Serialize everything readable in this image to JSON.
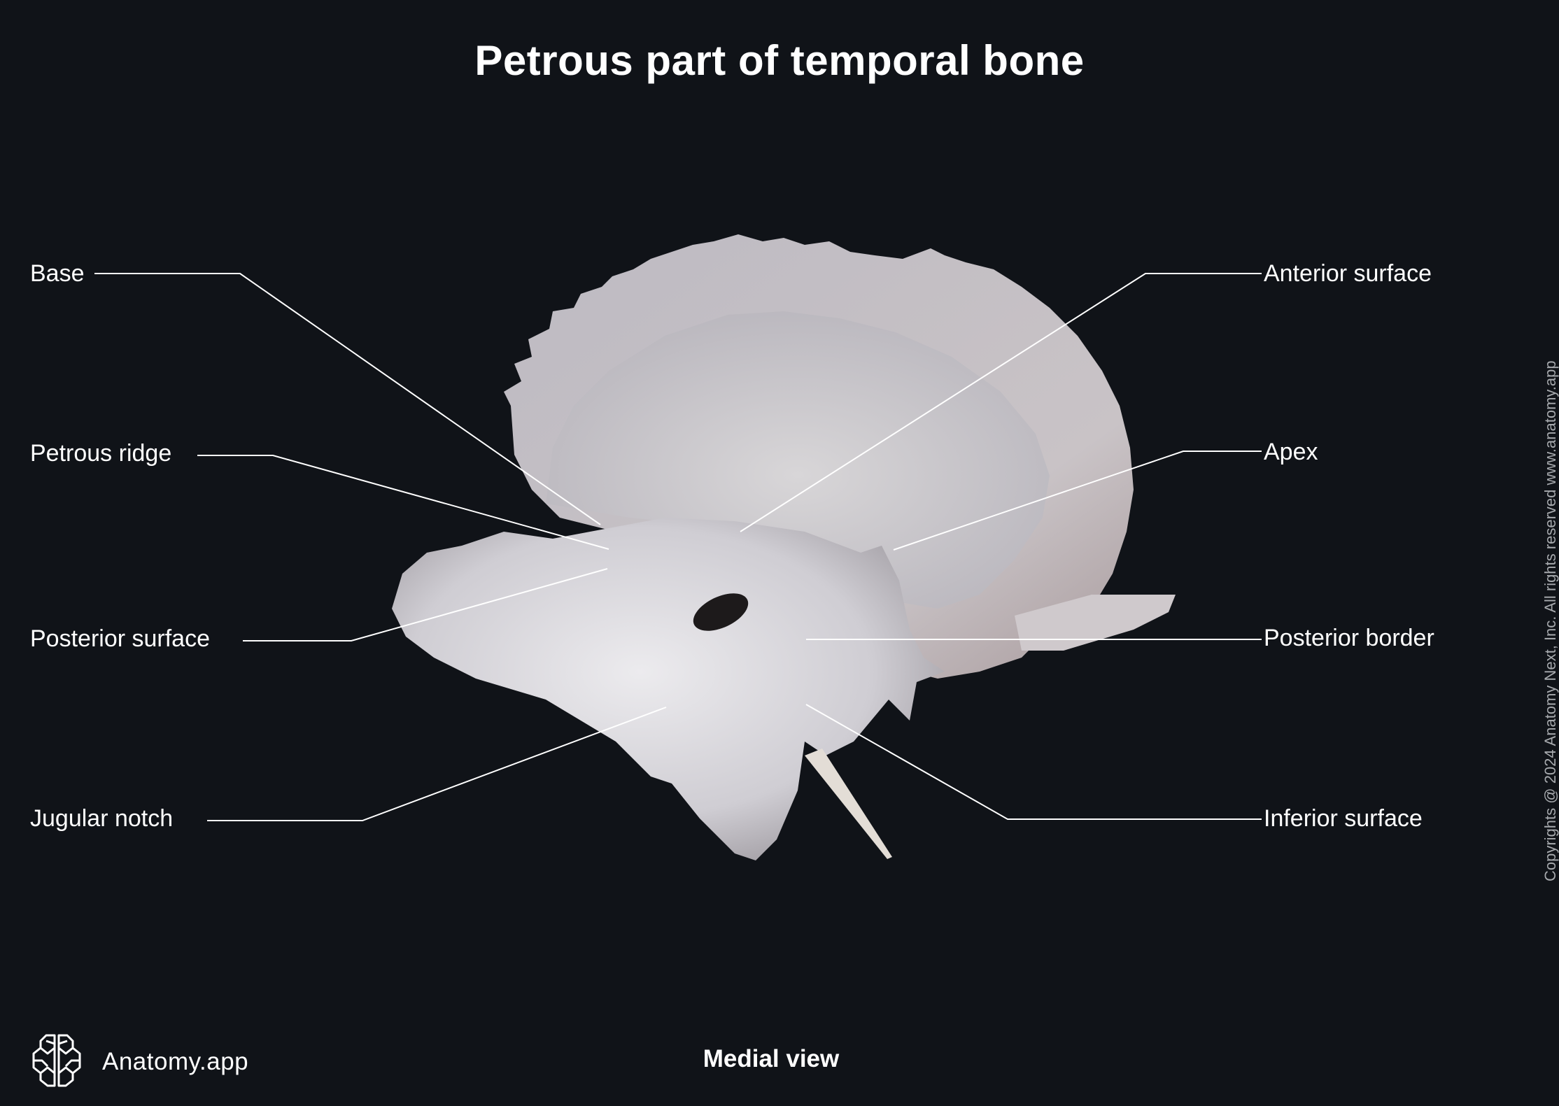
{
  "title": "Petrous part of temporal bone",
  "view": "Medial view",
  "brand": {
    "name": "Anatomy.app",
    "icon": "brain-logo-icon"
  },
  "copyright": "Copyrights @ 2024 Anatomy Next, Inc. All rights reserved www.anatomy.app",
  "colors": {
    "background": "#101318",
    "text": "#ffffff",
    "leader_line": "#ffffff",
    "copyright_text": "#a6a9ad",
    "bone": "#d9d9de"
  },
  "labels": {
    "left": [
      {
        "id": "base",
        "text": "Base"
      },
      {
        "id": "petrous-ridge",
        "text": "Petrous ridge"
      },
      {
        "id": "posterior-surface",
        "text": "Posterior surface"
      },
      {
        "id": "jugular-notch",
        "text": "Jugular notch"
      }
    ],
    "right": [
      {
        "id": "anterior-surface",
        "text": "Anterior surface"
      },
      {
        "id": "apex",
        "text": "Apex"
      },
      {
        "id": "posterior-border",
        "text": "Posterior border"
      },
      {
        "id": "inferior-surface",
        "text": "Inferior surface"
      }
    ]
  }
}
